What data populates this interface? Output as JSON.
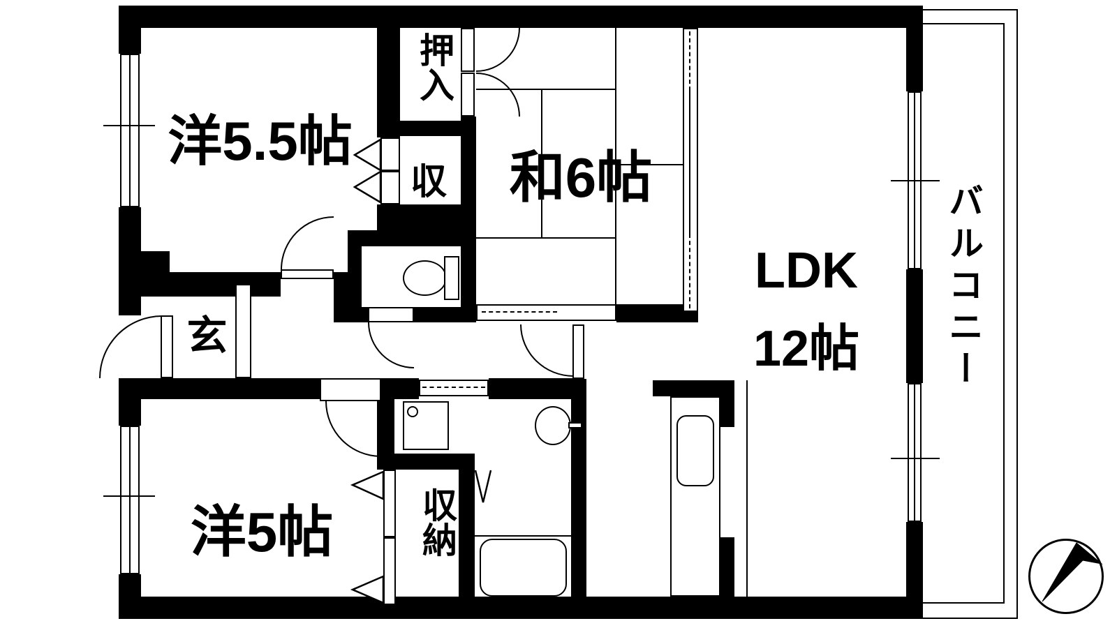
{
  "floorplan": {
    "rooms": [
      {
        "id": "western-5-5",
        "label": "洋5.5帖"
      },
      {
        "id": "oshiire-closet",
        "label": "押入"
      },
      {
        "id": "storage-upper",
        "label": "収"
      },
      {
        "id": "japanese-6",
        "label": "和6帖"
      },
      {
        "id": "ldk",
        "label": "LDK",
        "label2": "12帖"
      },
      {
        "id": "genkan-entrance",
        "label": "玄"
      },
      {
        "id": "western-5",
        "label": "洋5帖"
      },
      {
        "id": "storage-lower",
        "label": "収納"
      },
      {
        "id": "balcony",
        "label": "バルコニー"
      }
    ],
    "fixtures": [
      "toilet",
      "washbasin",
      "washing-machine-pan",
      "bathtub",
      "kitchen-sink",
      "kitchen-counter"
    ],
    "compass": {
      "arrow_direction": "northeast"
    },
    "colors": {
      "wall": "#000000",
      "background": "#ffffff"
    }
  }
}
